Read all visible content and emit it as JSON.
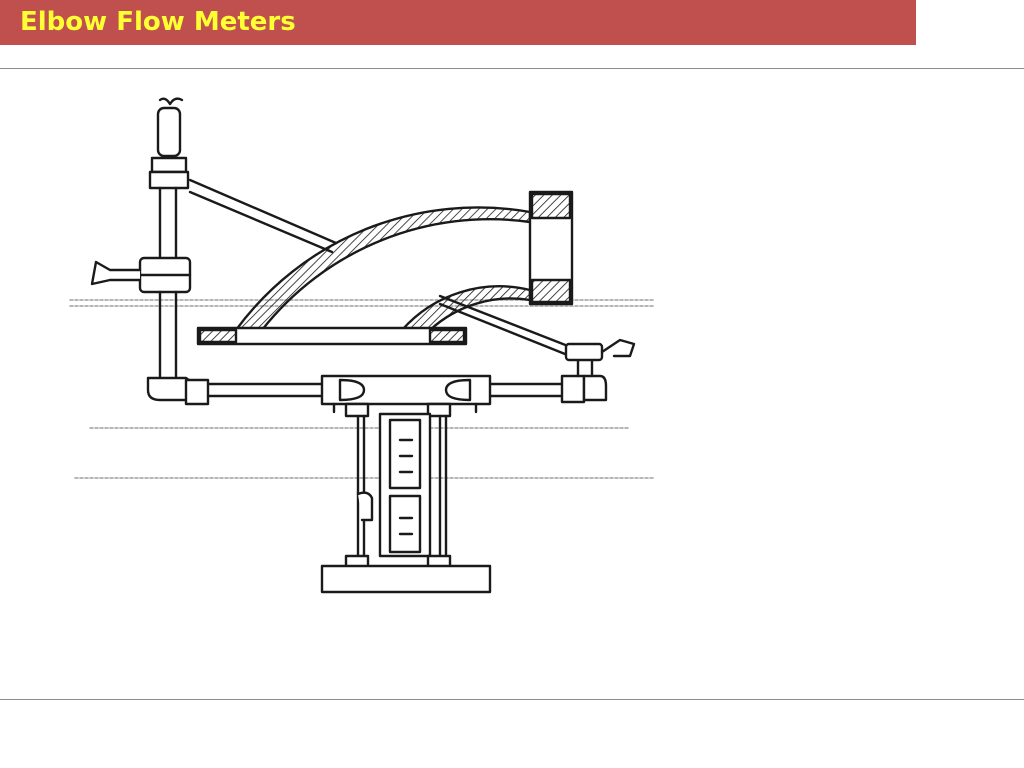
{
  "slide": {
    "title": "Elbow Flow Meters",
    "colors": {
      "title_bar": "#c0504d",
      "title_text": "#ffff33",
      "rule": "#8c8c8c",
      "drawing_ink": "#1a1a1a"
    }
  },
  "diagram": {
    "description_icons": [
      "elbow-pipe",
      "pressure-tap-lines",
      "valve-icon",
      "manometer-icon"
    ]
  }
}
